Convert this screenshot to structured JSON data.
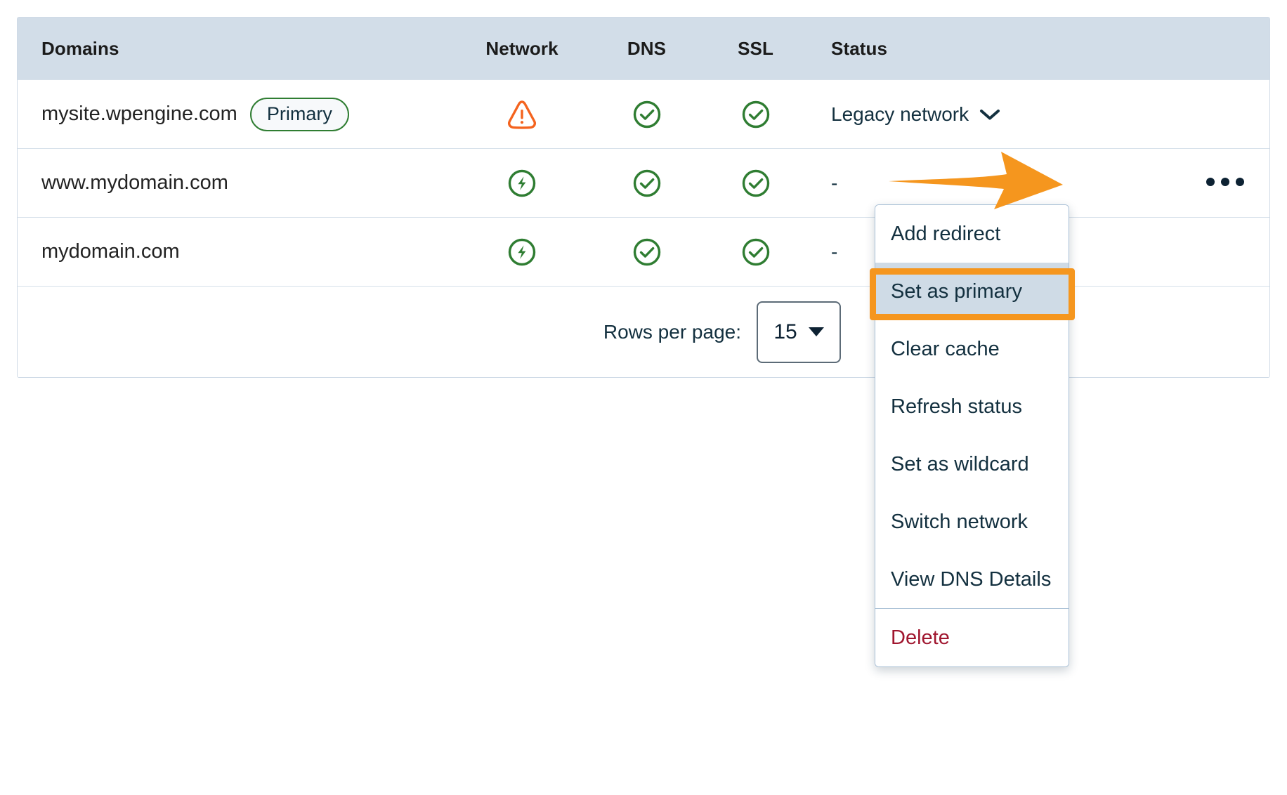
{
  "table": {
    "columns": [
      {
        "key": "domains",
        "label": "Domains"
      },
      {
        "key": "network",
        "label": "Network"
      },
      {
        "key": "dns",
        "label": "DNS"
      },
      {
        "key": "ssl",
        "label": "SSL"
      },
      {
        "key": "status",
        "label": "Status"
      }
    ],
    "rows": [
      {
        "domain": "mysite.wpengine.com",
        "badge": "Primary",
        "network_icon": "warning-triangle-icon",
        "dns_icon": "check-circle-icon",
        "ssl_icon": "check-circle-icon",
        "status": "Legacy network",
        "status_has_chevron": true
      },
      {
        "domain": "www.mydomain.com",
        "badge": "",
        "network_icon": "bolt-circle-icon",
        "dns_icon": "check-circle-icon",
        "ssl_icon": "check-circle-icon",
        "status": "-",
        "status_has_chevron": false
      },
      {
        "domain": "mydomain.com",
        "badge": "",
        "network_icon": "bolt-circle-icon",
        "dns_icon": "check-circle-icon",
        "ssl_icon": "check-circle-icon",
        "status": "-",
        "status_has_chevron": false
      }
    ],
    "footer": {
      "rows_per_page_label": "Rows per page:",
      "rows_per_page_value": "15",
      "rows_per_page_options": [
        "15"
      ]
    },
    "actions_icon": "kebab-menu-icon"
  },
  "menu": {
    "items": [
      {
        "label": "Add redirect",
        "state": "normal"
      },
      {
        "label": "Set as primary",
        "state": "selected"
      },
      {
        "label": "Clear cache",
        "state": "normal"
      },
      {
        "label": "Refresh status",
        "state": "normal"
      },
      {
        "label": "Set as wildcard",
        "state": "normal"
      },
      {
        "label": "Switch network",
        "state": "normal"
      },
      {
        "label": "View DNS Details",
        "state": "normal"
      },
      {
        "label": "Delete",
        "state": "danger"
      }
    ]
  },
  "annotations": {
    "arrow_icon": "orange-arrow-right-icon",
    "highlight_target": "Set as primary"
  },
  "colors": {
    "header_bg": "#d2dde8",
    "accent_orange": "#f5961e",
    "success_green": "#2f7d32",
    "warning_orange": "#f4631e",
    "danger_red": "#a0162f",
    "text_navy": "#13303f",
    "row_border": "#d6e0ea",
    "menu_selected_bg": "#cfdbe6"
  }
}
